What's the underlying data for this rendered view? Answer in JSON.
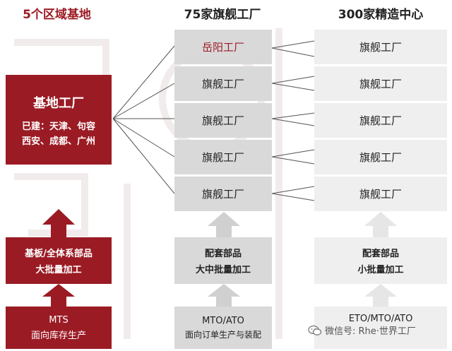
{
  "headers": {
    "col1": "5个区域基地",
    "col2": "75家旗舰工厂",
    "col3": "300家精造中心"
  },
  "base_factory": {
    "title": "基地工厂",
    "line1": "已建：天津、句容",
    "line2": "西安、成都、广州"
  },
  "left_middle": {
    "line1": "基板/全体系部品",
    "line2": "大批量加工"
  },
  "left_bottom": {
    "line1": "MTS",
    "line2": "面向库存生产"
  },
  "flagships": [
    "岳阳工厂",
    "旗舰工厂",
    "旗舰工厂",
    "旗舰工厂",
    "旗舰工厂"
  ],
  "centers": [
    "旗舰工厂",
    "旗舰工厂",
    "旗舰工厂",
    "旗舰工厂",
    "旗舰工厂"
  ],
  "mid_middle": {
    "line1": "配套部品",
    "line2": "大中批量加工"
  },
  "mid_bottom": {
    "line1": "MTO/ATO",
    "line2": "面向订单生产与装配"
  },
  "right_middle": {
    "line1": "配套部品",
    "line2": "小批量加工"
  },
  "right_bottom": {
    "line1": "ETO/MTO/ATO"
  },
  "footer": {
    "text": "微信号: Rhe·世界工厂"
  },
  "colors": {
    "red": "#9b1b24",
    "gray": "#d9d9d9",
    "light": "#efefef",
    "arrow_gray": "#d0d0d0",
    "line": "#555555"
  }
}
